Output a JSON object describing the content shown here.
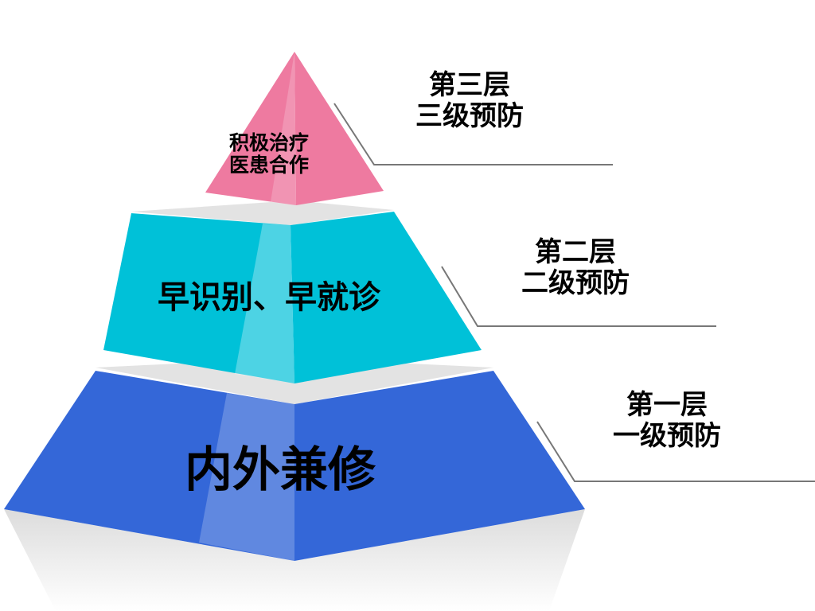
{
  "colors": {
    "top": "#ee7aa0",
    "middle": "#00c1d8",
    "bottom": "#3467d8",
    "band": "#e3e3e3",
    "leader": "#777777"
  },
  "tiers": [
    {
      "level": "第三层",
      "prevention": "三级预防",
      "content_line1": "积极治疗",
      "content_line2": "医患合作"
    },
    {
      "level": "第二层",
      "prevention": "二级预防",
      "content": "早识别、早就诊"
    },
    {
      "level": "第一层",
      "prevention": "一级预防",
      "content": "内外兼修"
    }
  ]
}
